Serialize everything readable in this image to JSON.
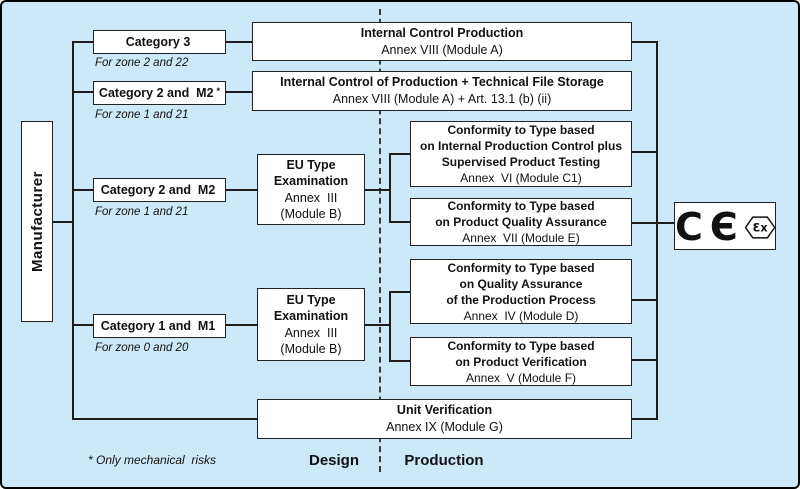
{
  "colors": {
    "background": "#cbe9f9",
    "box_fill": "#ffffff",
    "line": "#1d1d1d"
  },
  "manufacturer": {
    "label": "Manufacturer"
  },
  "categories": [
    {
      "label": "Category 3",
      "asterisk": "",
      "zone": "For zone 2 and 22"
    },
    {
      "label": "Category 2 and  M2",
      "asterisk": "*",
      "zone": "For zone 1 and 21"
    },
    {
      "label": "Category 2 and  M2",
      "asterisk": "",
      "zone": "For zone 1 and 21"
    },
    {
      "label": "Category 1 and  M1",
      "asterisk": "",
      "zone": "For zone 0 and 20"
    }
  ],
  "eu_type": {
    "line1": "EU Type",
    "line2": "Examination",
    "line3": "Annex  III",
    "line4": "(Module B)"
  },
  "boxes": {
    "module_a_cat3": {
      "title": "Internal Control Production",
      "subtitle": "Annex VIII (Module A)"
    },
    "module_a_cat2": {
      "title": "Internal Control of Production + Technical File Storage",
      "subtitle": "Annex VIII (Module A) + Art. 13.1 (b) (ii)"
    },
    "module_c1": {
      "bold1": "Conformity to Type based",
      "bold2": "on Internal Production Control plus",
      "bold3": "Supervised Product Testing",
      "annex": "Annex  VI (Module C1)"
    },
    "module_e": {
      "bold1": "Conformity to Type based",
      "bold2": "on Product Quality Assurance",
      "annex": "Annex  VII (Module E)"
    },
    "module_d": {
      "bold1": "Conformity to Type based",
      "bold2": "on Quality Assurance",
      "bold3": "of the Production Process",
      "annex": "Annex  IV (Module D)"
    },
    "module_f": {
      "bold1": "Conformity to Type based",
      "bold2": "on Product Verification",
      "annex": "Annex  V (Module F)"
    },
    "module_g": {
      "title": "Unit Verification",
      "subtitle": "Annex IX (Module G)"
    }
  },
  "marking": {
    "c": "C",
    "e": "Є",
    "ex": "Ɛx"
  },
  "footer": {
    "footnote": "* Only mechanical  risks",
    "design": "Design",
    "production": "Production"
  }
}
